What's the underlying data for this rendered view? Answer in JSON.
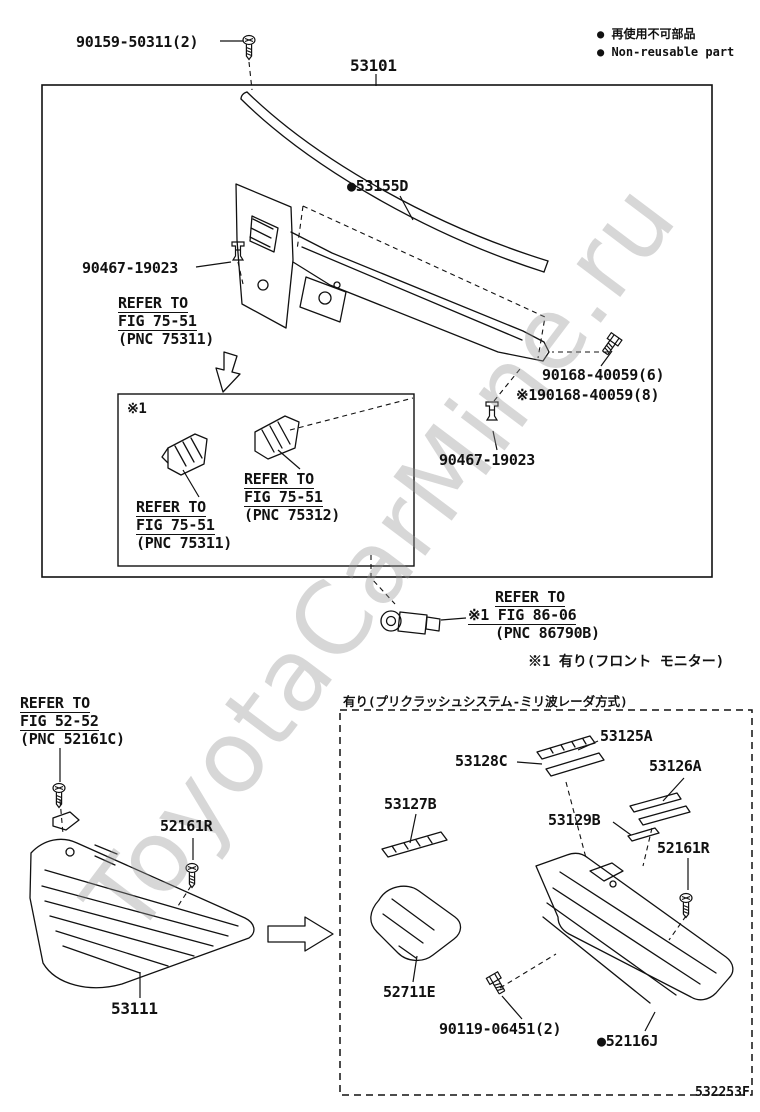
{
  "page": {
    "code": "532253F",
    "watermark": "ToyotaCarMine.ru"
  },
  "legend": {
    "jp": "● 再使用不可部品",
    "en": "● Non-reusable part"
  },
  "callouts": {
    "screw_top": "90159-50311(2)",
    "weatherstrip": "53101",
    "seal": "●53155D",
    "clip_a": "90467-19023",
    "bolt6": "90168-40059(6)",
    "bolt8": "※190168-40059(8)",
    "clip_b": "90467-19023",
    "note1": "※1",
    "grille_screw_left": "52161R",
    "grille": "53111",
    "bar_53125a": "53125A",
    "bar_53128c": "53128C",
    "bar_53126a": "53126A",
    "bar_53127b": "53127B",
    "bar_53129b": "53129B",
    "screw_right": "52161R",
    "bracket_52711e": "52711E",
    "bolt_90119": "90119-06451(2)",
    "cover_52116j": "●52116J"
  },
  "refer": {
    "fig7551_a": {
      "l1": "REFER TO",
      "l2": "FIG 75-51",
      "l3": "(PNC 75311)"
    },
    "fig7551_b": {
      "l1": "REFER TO",
      "l2": "FIG 75-51",
      "l3": "(PNC 75312)"
    },
    "fig7551_c": {
      "l1": "REFER TO",
      "l2": "FIG 75-51",
      "l3": "(PNC 75311)"
    },
    "fig8606": {
      "l1": "REFER TO",
      "l2": "※1 FIG 86-06",
      "l3": "(PNC 86790B)"
    },
    "fig5252": {
      "l1": "REFER TO",
      "l2": "FIG 52-52",
      "l3": "(PNC 52161C)"
    }
  },
  "notes": {
    "front_monitor": "※1 有り(フロント モニター)",
    "precrash": "有り(プリクラッシュシステム-ミリ波レーダ方式)"
  }
}
